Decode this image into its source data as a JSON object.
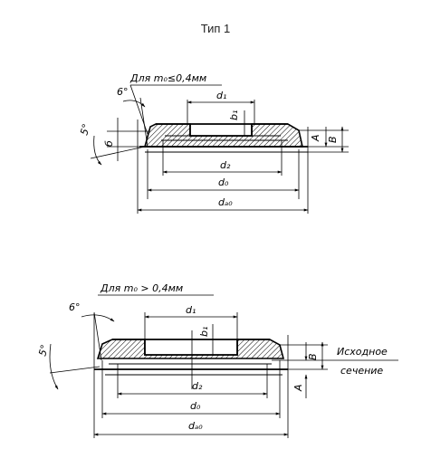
{
  "title": "Тип 1",
  "top": {
    "note": "Для m₀≤0,4мм",
    "angle_a": "6°",
    "angle_b": "5°",
    "d1": "d₁",
    "b1": "b₁",
    "b": "б",
    "A": "A",
    "B": "B",
    "d2": "d₂",
    "d0": "d₀",
    "da0": "dₐ₀"
  },
  "bottom": {
    "note": "Для m₀ > 0,4мм",
    "angle_a": "6°",
    "angle_b": "5°",
    "d1": "d₁",
    "b1": "b₁",
    "B": "B",
    "A": "A",
    "d2": "d₂",
    "d0": "d₀",
    "da0": "dₐ₀",
    "ref_line1": "Исходное",
    "ref_line2": "сечение"
  }
}
